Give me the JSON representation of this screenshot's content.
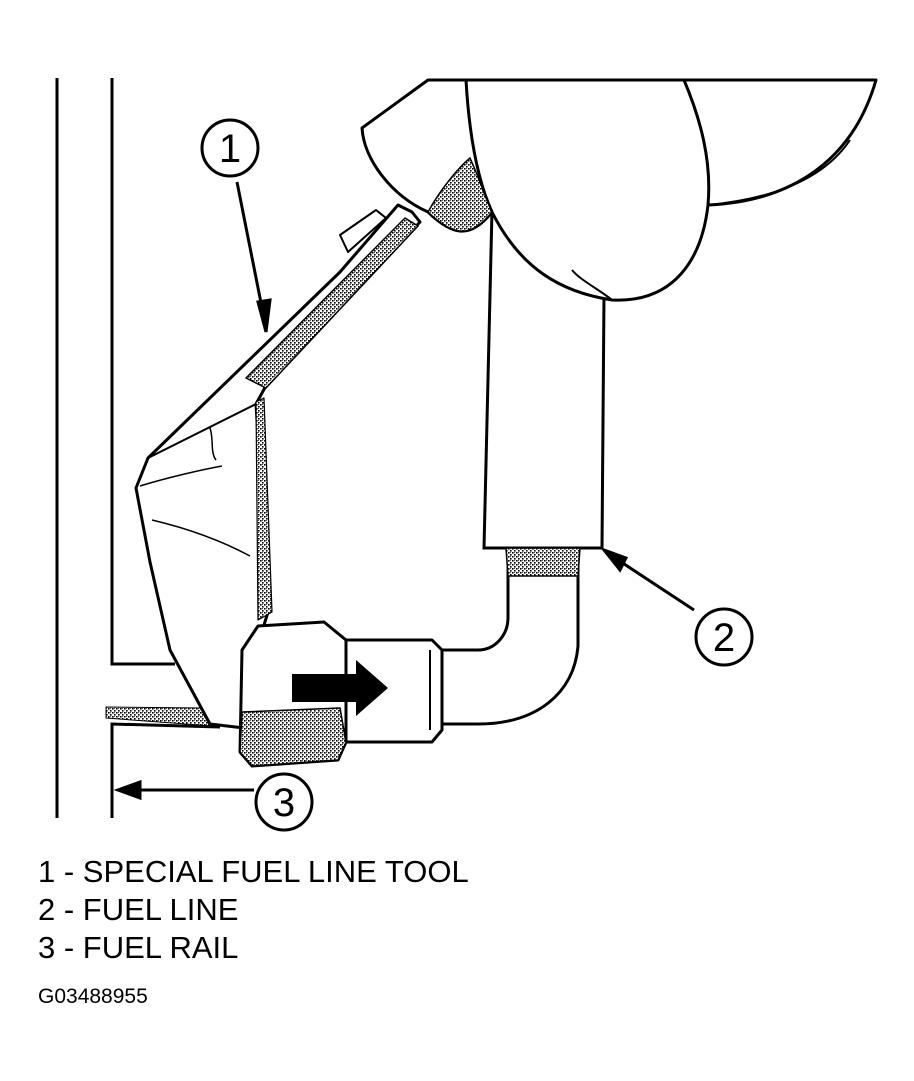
{
  "callouts": [
    {
      "number": "1"
    },
    {
      "number": "2"
    },
    {
      "number": "3"
    }
  ],
  "legend": [
    {
      "text": "1 - SPECIAL FUEL LINE TOOL"
    },
    {
      "text": "2 - FUEL LINE"
    },
    {
      "text": "3 - FUEL RAIL"
    }
  ],
  "figure_code": "G03488955",
  "colors": {
    "ink": "#000000",
    "paper": "#ffffff",
    "shading": "#8c8c8c"
  }
}
